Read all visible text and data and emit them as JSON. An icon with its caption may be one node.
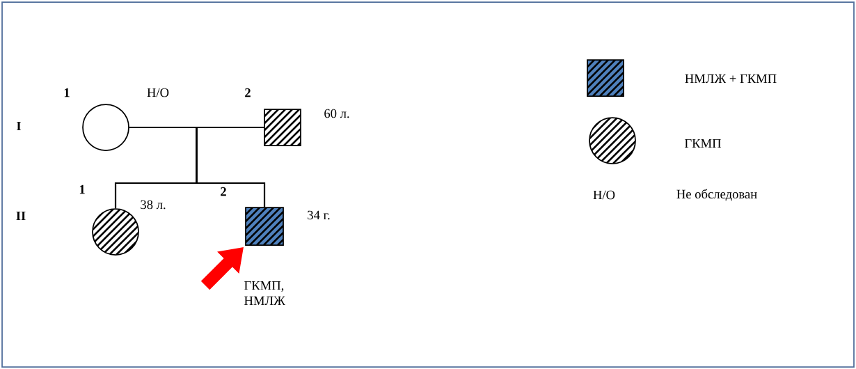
{
  "diagram": {
    "nodes": [
      {
        "text": [],
        "shape": "circle",
        "beside": [
          "1",
          "Н/О"
        ]
      },
      {
        "text": [],
        "shape": "box",
        "beside": [
          "2",
          "60 л."
        ]
      },
      {
        "text": [],
        "shape": "circle",
        "beside": [
          "1",
          "38 л."
        ]
      },
      {
        "text": [],
        "shape": "box",
        "beside": [
          "2",
          "34 г.",
          "ГКМП, НМЛЖ"
        ]
      }
    ],
    "edges": [
      {
        "from": 0,
        "to": 1,
        "arrow": "none"
      },
      {
        "from": 0,
        "to": 2,
        "arrow": "none"
      },
      {
        "from": 0,
        "to": 3,
        "arrow": "none"
      },
      {
        "from": 1,
        "to": 2,
        "arrow": "none"
      },
      {
        "from": 1,
        "to": 3,
        "arrow": "none"
      },
      {
        "from": null,
        "to": 3,
        "arrow": "to",
        "style": "thick",
        "color": "#ff0000"
      }
    ],
    "labels": [
      "I",
      "II",
      "Н/О"
    ],
    "legend": [
      {
        "text": "НМЛЖ + ГКМП"
      },
      {
        "text": "ГКМП"
      },
      {
        "text": "Не обследован"
      }
    ]
  }
}
